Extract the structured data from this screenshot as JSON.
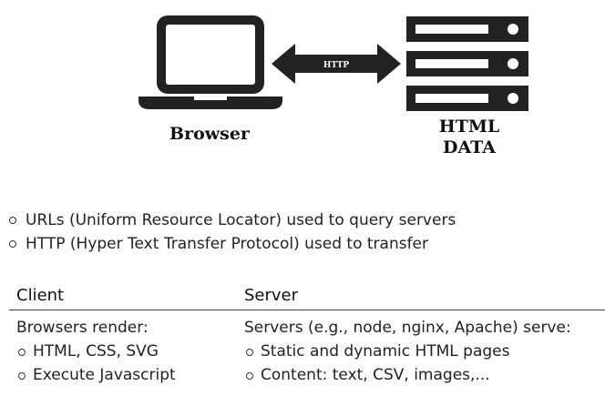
{
  "diagram": {
    "client_label": "Browser",
    "arrow_label": "HTTP",
    "server_label_line1": "HTML",
    "server_label_line2": "DATA",
    "icon_color": "#222222"
  },
  "bullets": [
    "URLs (Uniform Resource Locator) used to query servers",
    "HTTP (Hyper Text Transfer Protocol) used to transfer"
  ],
  "table": {
    "headers": [
      "Client",
      "Server"
    ],
    "client": {
      "intro": "Browsers render:",
      "items": [
        "HTML, CSS, SVG",
        "Execute Javascript"
      ]
    },
    "server": {
      "intro": "Servers (e.g., node, nginx, Apache) serve:",
      "items": [
        "Static and dynamic HTML pages",
        "Content: text, CSV, images,..."
      ]
    }
  }
}
